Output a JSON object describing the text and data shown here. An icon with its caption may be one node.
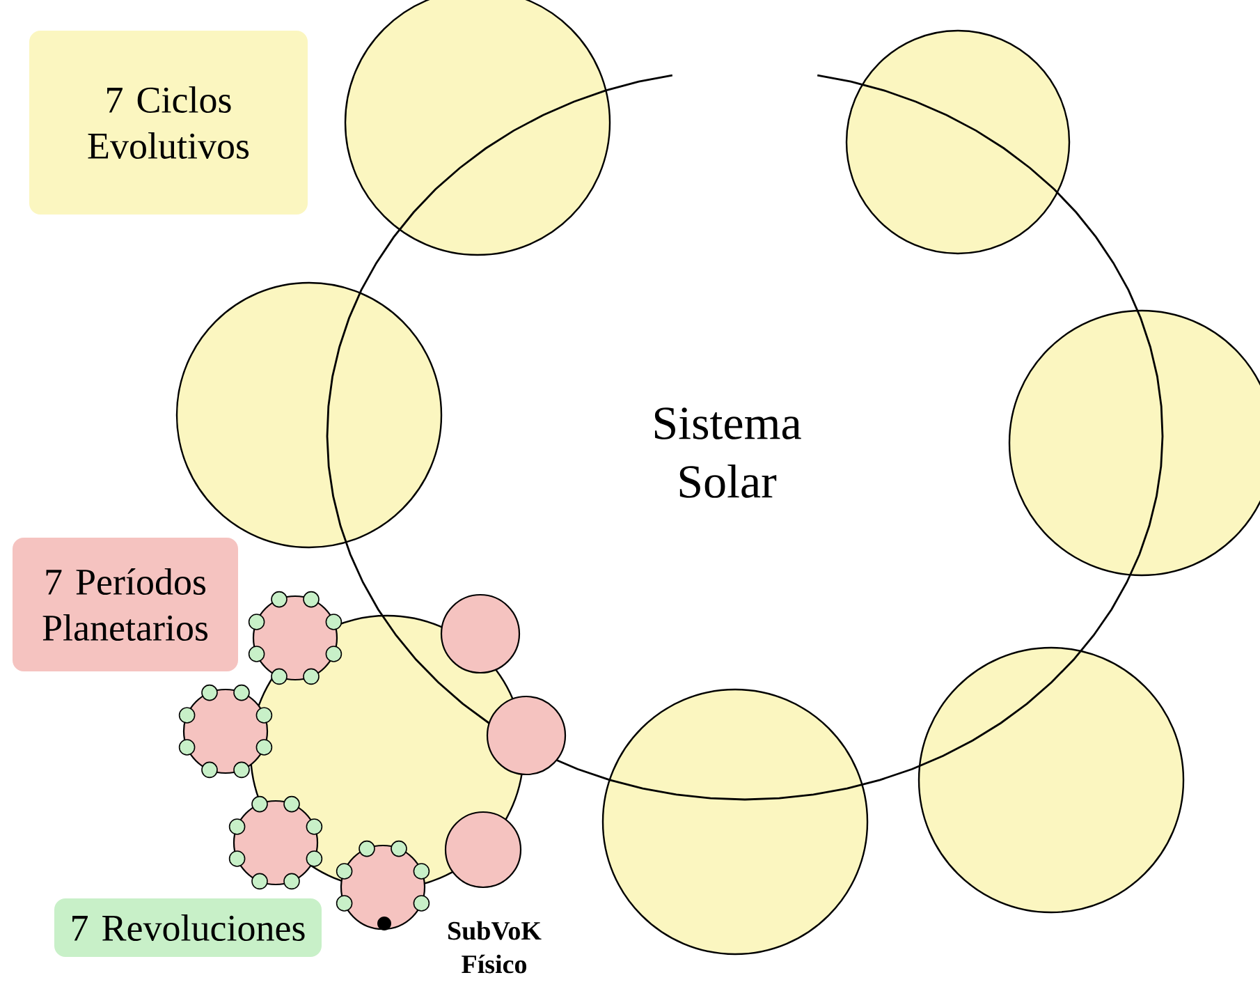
{
  "diagram": {
    "nodes": [
      {
        "text": [
          "7 Ciclos Evolutivos"
        ]
      },
      {
        "text": [
          "7 Períodos Planetarios"
        ]
      },
      {
        "text": [
          "7 Revoluciones"
        ]
      }
    ],
    "edges": [],
    "labels": [
      "Sistema Solar",
      "SubVoK Físico"
    ]
  }
}
